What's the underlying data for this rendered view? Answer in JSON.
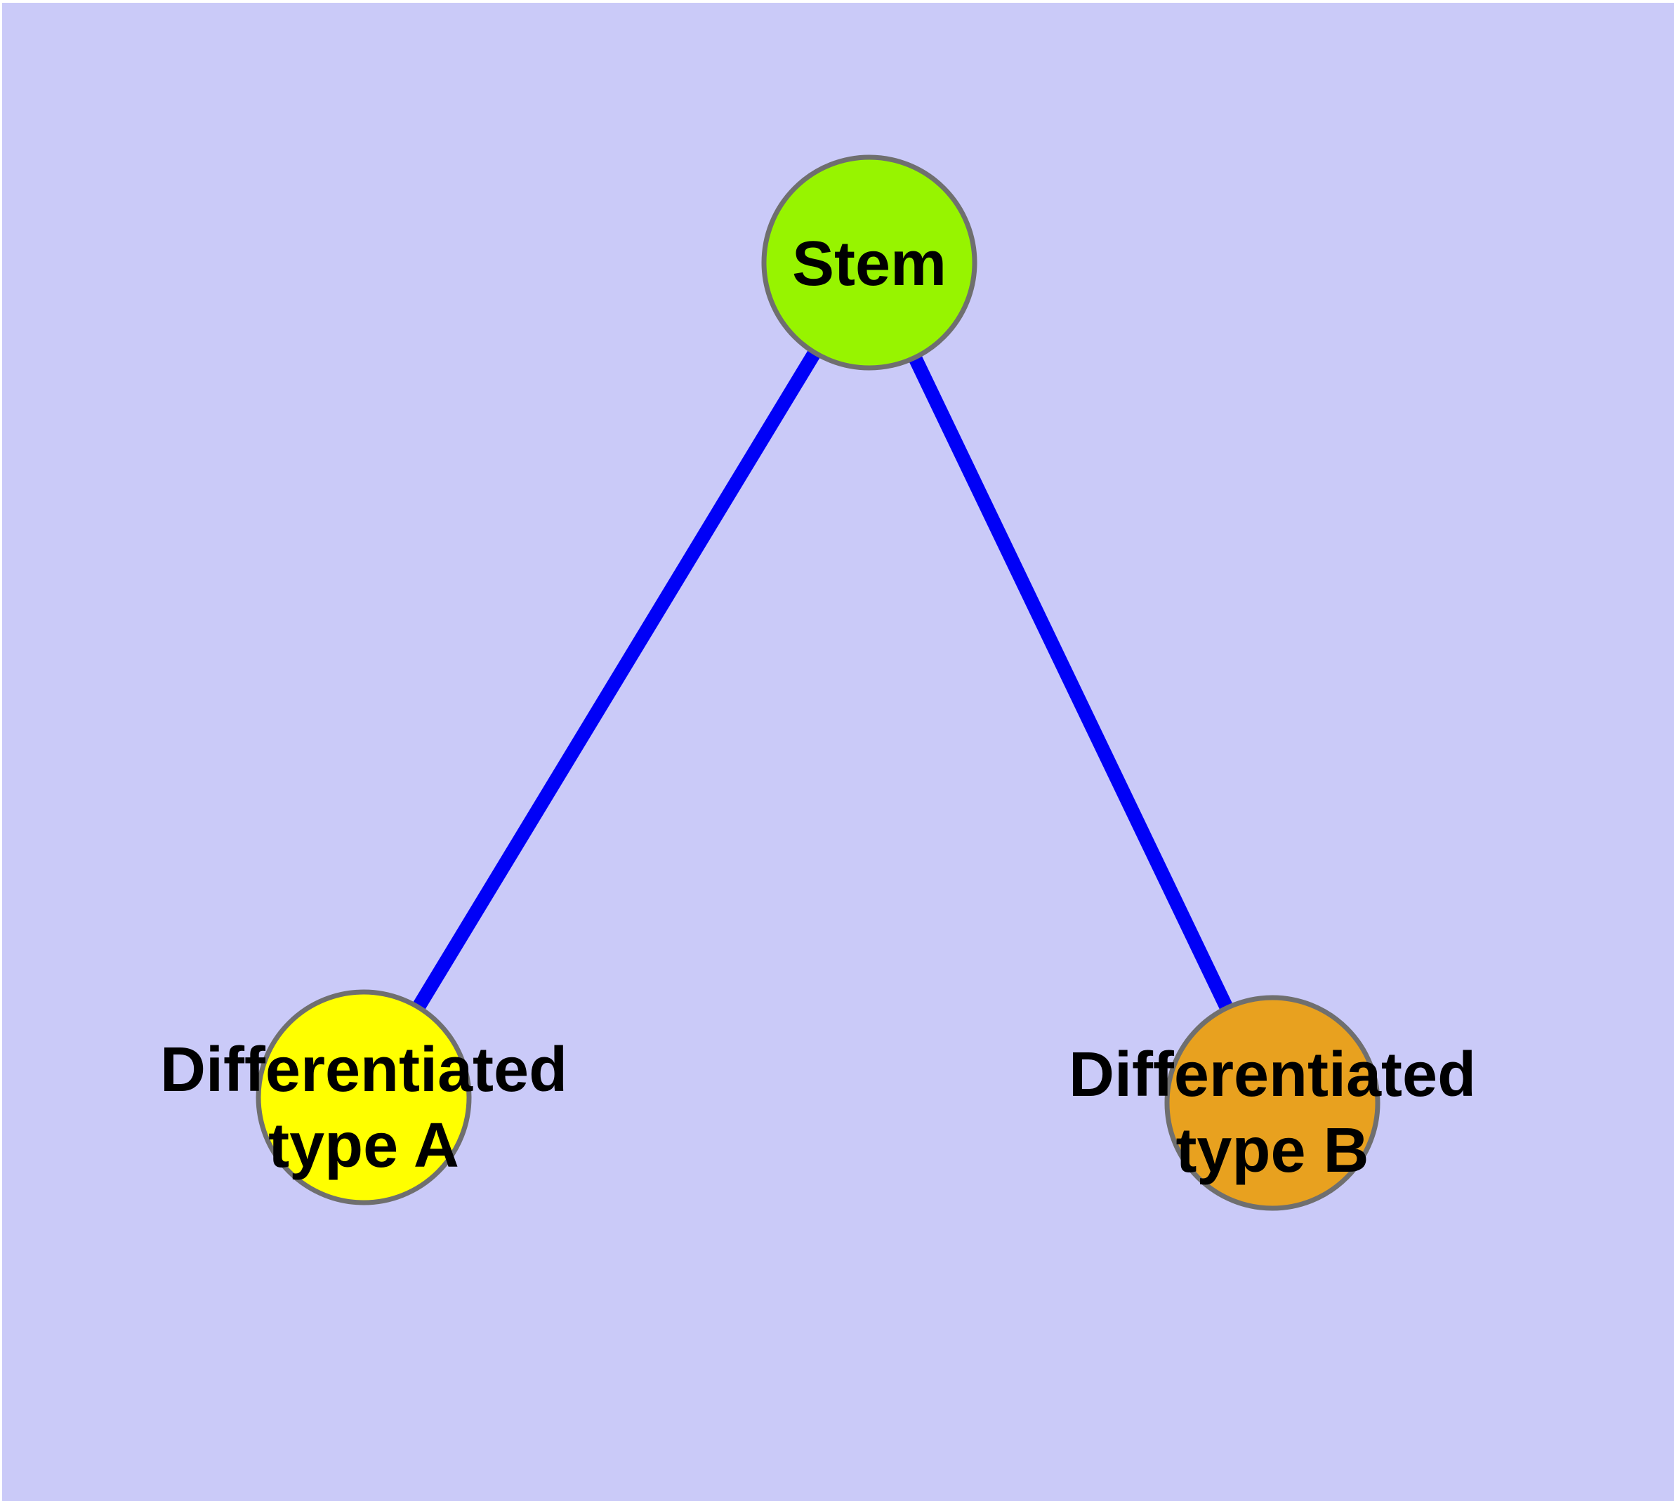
{
  "diagram": {
    "style": {
      "background_color": "#cacaf8",
      "page_margin_color": "#ffffff",
      "node_border_color": "#6f6f6f",
      "edge_color": "#0000f7",
      "label_color": "#000000"
    },
    "nodes": {
      "stem": {
        "label": "Stem",
        "fill": "#97f400"
      },
      "type_a": {
        "label_line1": "Differentiated",
        "label_line2": "type A",
        "fill": "#ffff00"
      },
      "type_b": {
        "label_line1": "Differentiated",
        "label_line2": "type B",
        "fill": "#e8a11f"
      }
    },
    "edges": [
      {
        "from": "Stem",
        "to": "Differentiated type A"
      },
      {
        "from": "Stem",
        "to": "Differentiated type B"
      }
    ]
  }
}
